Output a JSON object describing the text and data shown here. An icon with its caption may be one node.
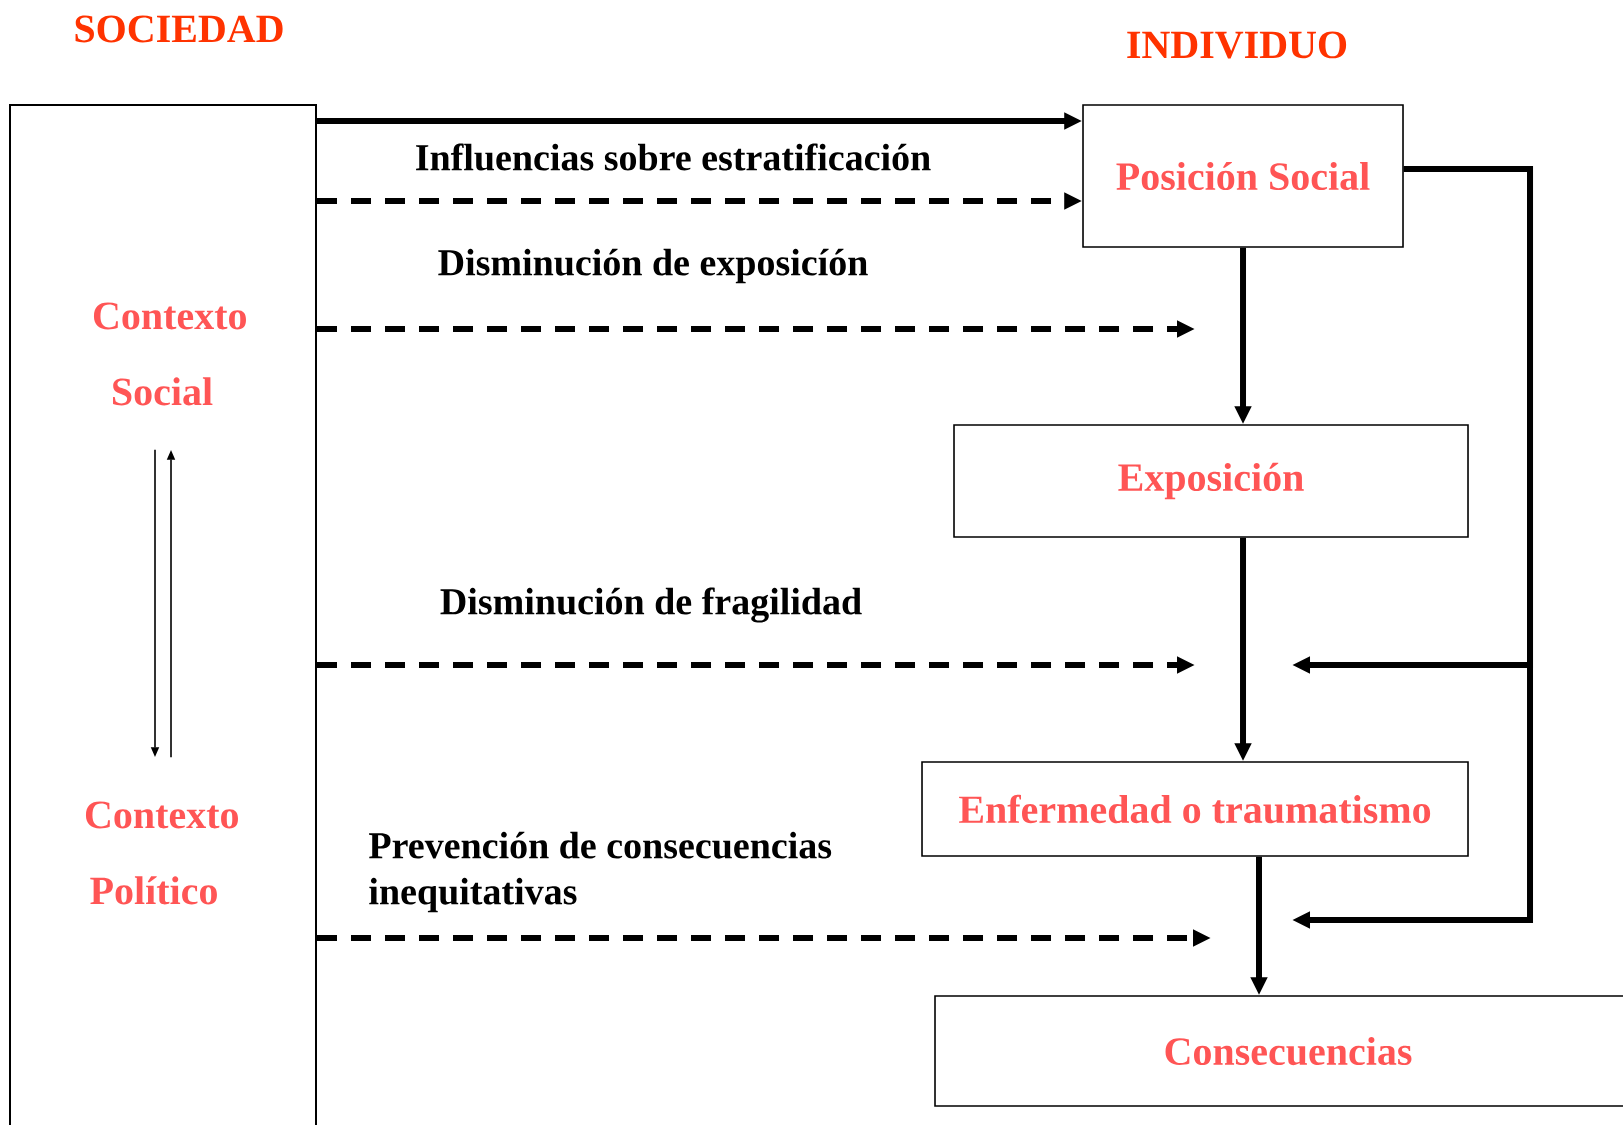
{
  "diagram": {
    "nodes": [
      {
        "text": [
          "SOCIEDAD"
        ]
      },
      {
        "text": [
          "Contexto Social"
        ],
        "in": 0
      },
      {
        "text": [
          "Contexto Político"
        ],
        "in": 0
      },
      {
        "text": [
          "Posición Social"
        ]
      },
      {
        "text": [
          "Exposición"
        ]
      },
      {
        "text": [
          "Enfermedad o traumatismo"
        ]
      },
      {
        "text": [
          "Consecuencias"
        ]
      }
    ],
    "edges": [
      {
        "from": 1,
        "to": 2,
        "arrow": "to"
      },
      {
        "from": 2,
        "to": 1,
        "arrow": "to"
      },
      {
        "from": 0,
        "to": 3,
        "arrow": "to"
      },
      {
        "from": 0,
        "to": 3,
        "arrow": "to",
        "style": "dashed",
        "label": "Influencias sobre estratificación"
      },
      {
        "from": 0,
        "to": null,
        "arrow": "to",
        "style": "dashed",
        "label": "Disminución de exposicíón"
      },
      {
        "from": 0,
        "to": null,
        "arrow": "to",
        "style": "dashed",
        "label": "Disminución de fragilidad"
      },
      {
        "from": 0,
        "to": null,
        "arrow": "to",
        "style": "dashed",
        "label": "Prevención de consecuencias inequitativas"
      },
      {
        "from": 3,
        "to": 4,
        "arrow": "to"
      },
      {
        "from": 4,
        "to": 5,
        "arrow": "to"
      },
      {
        "from": 5,
        "to": 6,
        "arrow": "to"
      },
      {
        "from": 3,
        "to": null,
        "arrow": "to"
      },
      {
        "from": 3,
        "to": null,
        "arrow": "to"
      }
    ],
    "labels": [
      "INDIVIDUO"
    ]
  }
}
